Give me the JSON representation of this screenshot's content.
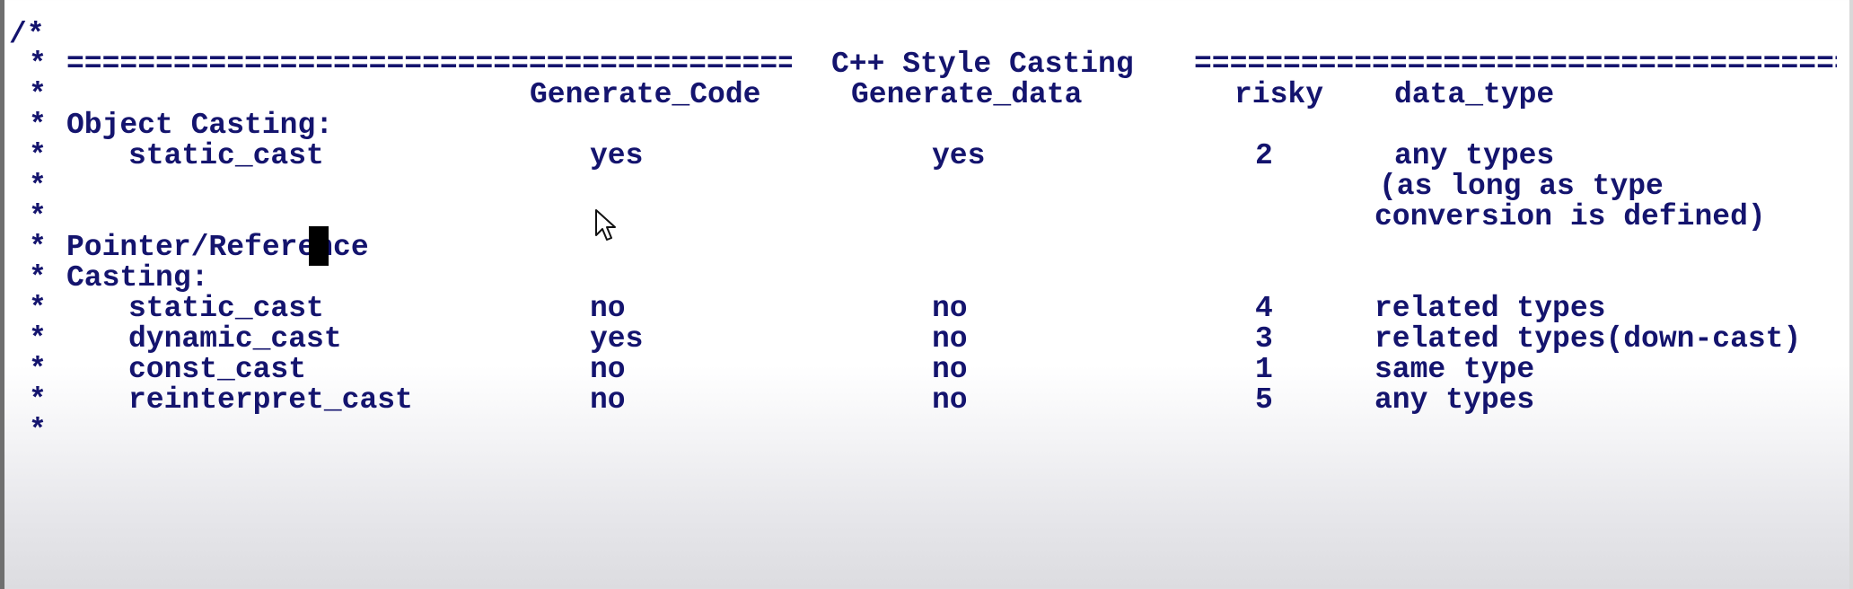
{
  "editor": {
    "comment_open": "/*",
    "star": "*",
    "banner": {
      "rule": "====================================================================================================",
      "title": "C++ Style Casting"
    },
    "headers": {
      "generate_code": "Generate_Code",
      "generate_data": "Generate_data",
      "risky": "risky",
      "data_type": "data_type"
    },
    "object_section": {
      "label": "Object Casting:",
      "rows": [
        {
          "name": "static_cast",
          "generate_code": "yes",
          "generate_data": "yes",
          "risky": "2",
          "data_type": "any types",
          "data_type_cont": [
            "(as long as type",
            "conversion is defined)"
          ]
        }
      ]
    },
    "pointer_section": {
      "label_line1": "Pointer/Reference",
      "label_line2": "Casting:",
      "rows": [
        {
          "name": "static_cast",
          "generate_code": "no",
          "generate_data": "no",
          "risky": "4",
          "data_type": "related types"
        },
        {
          "name": "dynamic_cast",
          "generate_code": "yes",
          "generate_data": "no",
          "risky": "3",
          "data_type": "related types(down-cast)"
        },
        {
          "name": "const_cast",
          "generate_code": "no",
          "generate_data": "no",
          "risky": "1",
          "data_type": "same type"
        },
        {
          "name": "reinterpret_cast",
          "generate_code": "no",
          "generate_data": "no",
          "risky": "5",
          "data_type": "any types"
        }
      ]
    }
  },
  "colors": {
    "text": "#14146e",
    "cursor": "#000000"
  },
  "icons": {
    "text_cursor": "block-cursor",
    "mouse": "mouse-pointer-icon"
  }
}
